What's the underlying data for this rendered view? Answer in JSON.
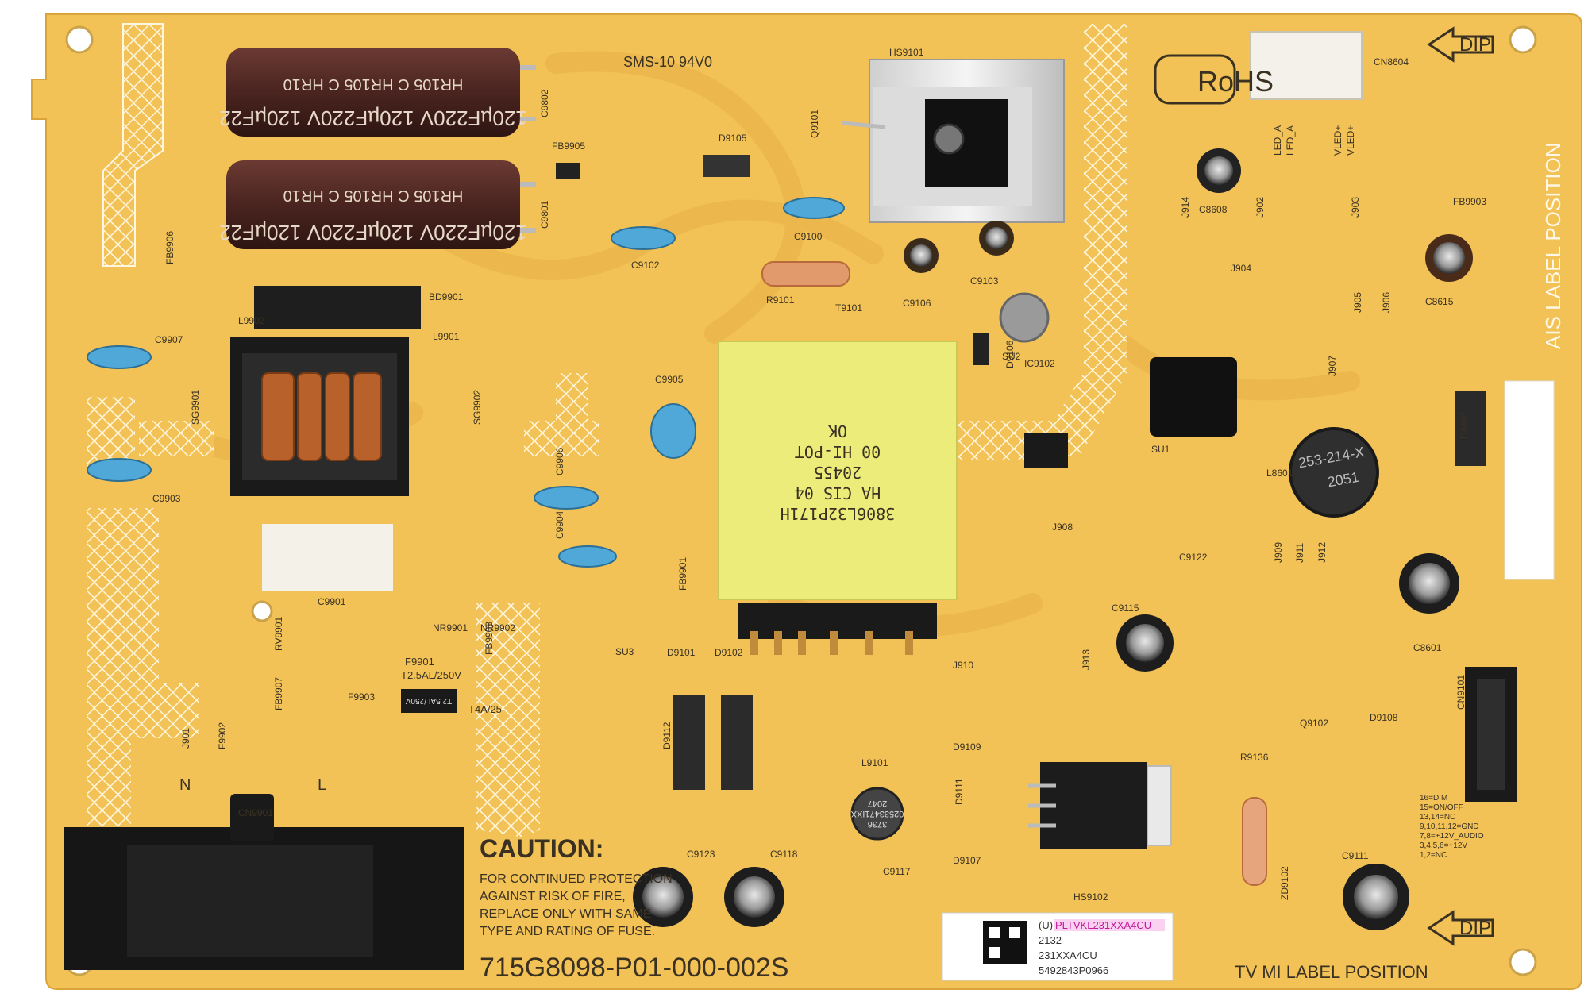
{
  "board": {
    "part_number": "715G8098-P01-000-002S",
    "rohs": "RoHS",
    "safety_mark": "SMS-10 94V0",
    "ais_label": "AIS LABEL POSITION",
    "tv_mi_label": "TV MI LABEL POSITION",
    "dip_top": "DIP",
    "dip_bottom": "DIP",
    "mains_n": "N",
    "mains_l": "L",
    "colors": {
      "pcb": "#f2c256",
      "silk": "#ffffff",
      "copper": "#c87b3a"
    }
  },
  "caution": {
    "title": "CAUTION:",
    "lines": [
      "FOR CONTINUED PROTECTION",
      "AGAINST RISK OF FIRE,",
      "REPLACE ONLY WITH SAME",
      "TYPE AND RATING OF FUSE."
    ]
  },
  "fuse": {
    "ref": "F9901",
    "rating": "T2.5AL/250V",
    "rating2": "T4A/25"
  },
  "capacitor_print": {
    "top": "120µF220V 120µF220V 120µF22",
    "brand": "HR105 C HR105 C HR10"
  },
  "transformer_print": [
    "3806L32P171H",
    "HA  CIS 04",
    "20455",
    "00  HI-POT",
    "OK"
  ],
  "inductor_print": [
    "253-214-X",
    "2051"
  ],
  "small_inductor_print": [
    "3736",
    "02533471IXX",
    "2047"
  ],
  "label": {
    "line1_prefix": "(U)",
    "line1_highlight": "PLTVKL231XXA4CU",
    "line2": "2132",
    "line3": "231XXA4CU",
    "line4": "5492843P0966"
  },
  "connector_legend": [
    "16=DIM",
    "15=ON/OFF",
    "13,14=NC",
    "9,10,11,12=GND",
    "7,8=+12V_AUDIO",
    "3,4,5,6=+12V",
    "1,2=NC"
  ],
  "designators": [
    "C9802",
    "C9801",
    "FB9905",
    "D9105",
    "Q9101",
    "HS9101",
    "C9100",
    "C9102",
    "R9101",
    "T9101",
    "C9106",
    "C9103",
    "BD9901",
    "L9902",
    "L9901",
    "C9907",
    "SG9901",
    "SG9902",
    "C9903",
    "FB9906",
    "CN8604",
    "LED_A",
    "LED_A",
    "VLED+",
    "VLED+",
    "J914",
    "C8608",
    "J902",
    "J903",
    "FB9903",
    "C8615",
    "J904",
    "J905",
    "J906",
    "J907",
    "D8601",
    "SU2",
    "D9106",
    "IC9102",
    "SU1",
    "L8601",
    "C9905",
    "C9906",
    "C9904",
    "C9901",
    "NR9901",
    "NR9902",
    "SU3",
    "FB9908",
    "F9903",
    "RV9901",
    "FB9907",
    "J901",
    "F9902",
    "CN9901",
    "D9101",
    "D9102",
    "D9112",
    "L9101",
    "FB9901",
    "J908",
    "J909",
    "J911",
    "J912",
    "C9122",
    "C9115",
    "J913",
    "J910",
    "C8601",
    "CN9101",
    "Q9102",
    "D9108",
    "R9136",
    "D9109",
    "D9111",
    "D9107",
    "HS9102",
    "C9123",
    "C9118",
    "C9117",
    "C9111",
    "ZD9102"
  ]
}
